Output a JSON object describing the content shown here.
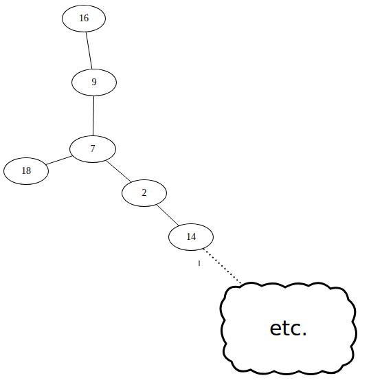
{
  "diagram": {
    "nodes": [
      {
        "text": [
          "16"
        ]
      },
      {
        "text": [
          "9"
        ]
      },
      {
        "text": [
          "7"
        ]
      },
      {
        "text": [
          "18"
        ]
      },
      {
        "text": [
          "2"
        ]
      },
      {
        "text": [
          "14"
        ]
      },
      {
        "text": [
          "etc."
        ]
      }
    ],
    "edges": [
      {
        "from": 0,
        "to": 1,
        "arrow": "none"
      },
      {
        "from": 1,
        "to": 2,
        "arrow": "none"
      },
      {
        "from": 2,
        "to": 3,
        "arrow": "none"
      },
      {
        "from": 2,
        "to": 4,
        "arrow": "none"
      },
      {
        "from": 4,
        "to": 5,
        "arrow": "none"
      },
      {
        "from": 5,
        "to": 6,
        "arrow": "none"
      }
    ]
  }
}
